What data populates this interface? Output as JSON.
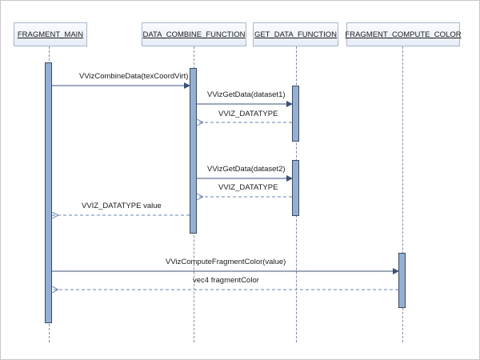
{
  "participants": [
    {
      "name": "FRAGMENT_MAIN"
    },
    {
      "name": "DATA_COMBINE_FUNCTION"
    },
    {
      "name": "GET_DATA_FUNCTION"
    },
    {
      "name": "FRAGMENT_COMPUTE_COLOR"
    }
  ],
  "messages": [
    {
      "label": "VVizCombineData(texCoordVirt)",
      "from": "FRAGMENT_MAIN",
      "to": "DATA_COMBINE_FUNCTION",
      "kind": "call"
    },
    {
      "label": "VVizGetData(dataset1)",
      "from": "DATA_COMBINE_FUNCTION",
      "to": "GET_DATA_FUNCTION",
      "kind": "call"
    },
    {
      "label": "VVIZ_DATATYPE",
      "from": "GET_DATA_FUNCTION",
      "to": "DATA_COMBINE_FUNCTION",
      "kind": "return"
    },
    {
      "label": "VVizGetData(dataset2)",
      "from": "DATA_COMBINE_FUNCTION",
      "to": "GET_DATA_FUNCTION",
      "kind": "call"
    },
    {
      "label": "VVIZ_DATATYPE",
      "from": "GET_DATA_FUNCTION",
      "to": "DATA_COMBINE_FUNCTION",
      "kind": "return"
    },
    {
      "label": "VVIZ_DATATYPE value",
      "from": "DATA_COMBINE_FUNCTION",
      "to": "FRAGMENT_MAIN",
      "kind": "return"
    },
    {
      "label": "VVizComputeFragmentColor(value)",
      "from": "FRAGMENT_MAIN",
      "to": "FRAGMENT_COMPUTE_COLOR",
      "kind": "call"
    },
    {
      "label": "vec4 fragmentColor",
      "from": "FRAGMENT_COMPUTE_COLOR",
      "to": "FRAGMENT_MAIN",
      "kind": "return"
    }
  ],
  "colors": {
    "header_border": "#aab6c8",
    "activation_fill": "#95b0d4",
    "call_arrow": "#3b5278",
    "return_arrow": "#6a86b0"
  }
}
